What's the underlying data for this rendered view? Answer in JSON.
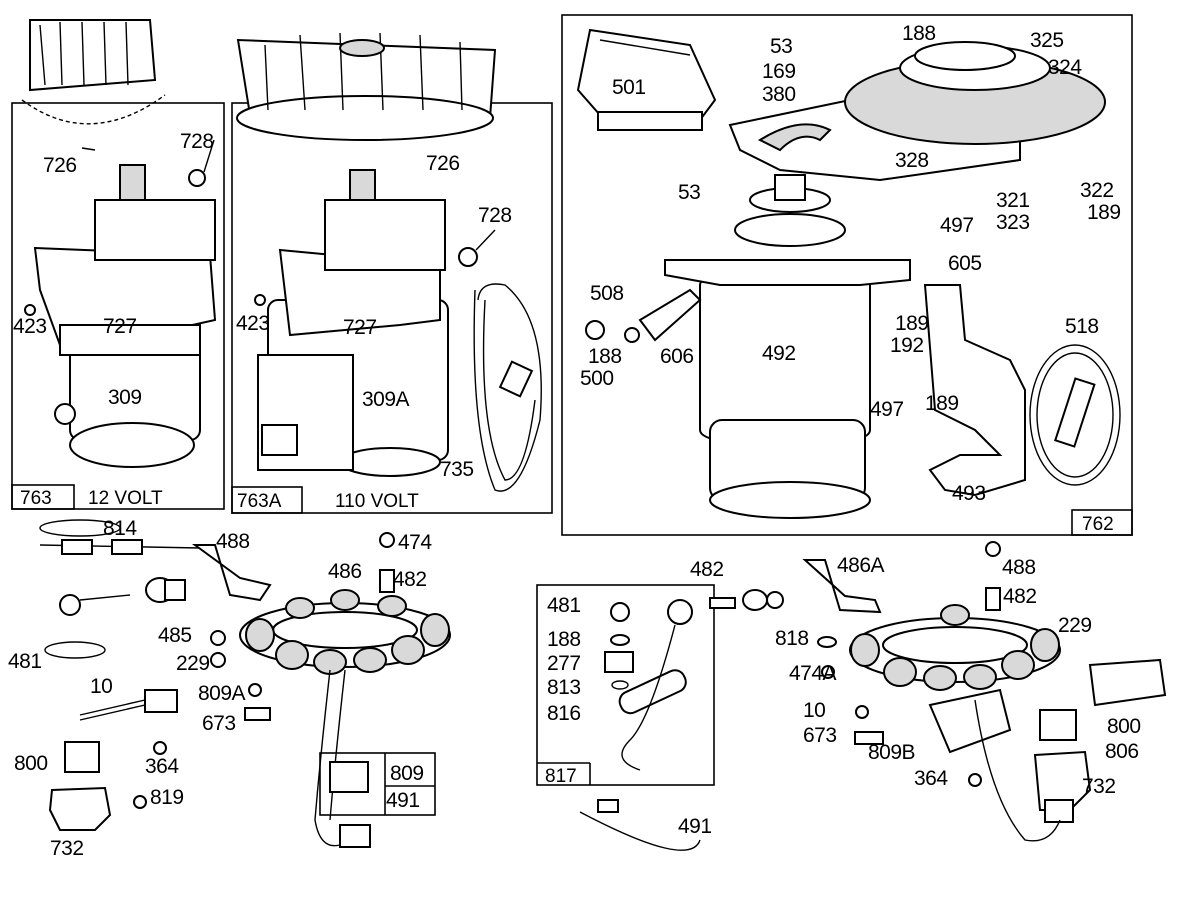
{
  "panels": {
    "p763": {
      "tag": "763",
      "caption": "12 VOLT"
    },
    "p763a": {
      "tag": "763A",
      "caption": "110 VOLT"
    },
    "p762": {
      "tag": "762"
    },
    "p809": {
      "tag": "809"
    },
    "p817": {
      "tag": "817"
    }
  },
  "labels": [
    "726",
    "728",
    "423",
    "727",
    "309",
    "726",
    "728",
    "423",
    "727",
    "309A",
    "735",
    "501",
    "53",
    "169",
    "380",
    "188",
    "325",
    "324",
    "328",
    "53",
    "321",
    "323",
    "322",
    "189",
    "497",
    "605",
    "508",
    "606",
    "188",
    "500",
    "492",
    "189",
    "192",
    "518",
    "497",
    "189",
    "493",
    "814",
    "488",
    "486",
    "474",
    "482",
    "481",
    "485",
    "229",
    "10",
    "809A",
    "673",
    "800",
    "364",
    "819",
    "732",
    "491",
    "482",
    "486A",
    "488",
    "482",
    "481",
    "188",
    "277",
    "813",
    "816",
    "818",
    "229",
    "474A",
    "10",
    "673",
    "800",
    "809B",
    "806",
    "364",
    "732",
    "491",
    "814"
  ]
}
